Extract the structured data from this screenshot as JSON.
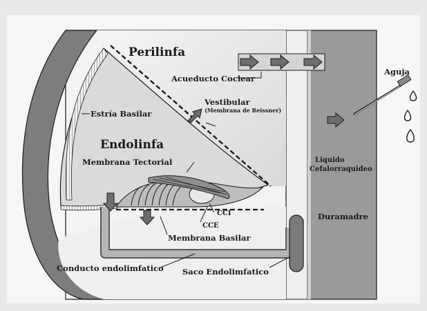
{
  "diagram": {
    "colors": {
      "background": "#e9e9e9",
      "canvas": "#f6f6f6",
      "bone": "#8a8a8a",
      "dark": "#5a5a5a",
      "fluid": "#d8d8d8",
      "line": "#1a1a1a"
    },
    "labels": {
      "perilinfa": "Perilinfa",
      "acueducto_coclear": "Acueducto Coclear",
      "aguja": "Aguja",
      "estria_basilar": "Estría Basilar",
      "vestibular": "Vestibular",
      "membrana_reissner": "(Membrana de Reissner)",
      "endolinfa": "Endolinfa",
      "membrana_tectorial": "Membrana Tectorial",
      "liquido": "Liquido",
      "cefalorraquideo": "Cefalorraquideo",
      "cci": "CCI",
      "cce": "CCE",
      "duramadre": "Duramadre",
      "membrana_basilar": "Membrana Basilar",
      "conducto_endolinfatico": "Conducto endolimfatico",
      "saco_endolinfatico": "Saco Endolimfatico"
    },
    "icons": {
      "arrow": "flow-arrow-icon",
      "needle": "needle-icon",
      "drop": "drop-icon"
    }
  }
}
